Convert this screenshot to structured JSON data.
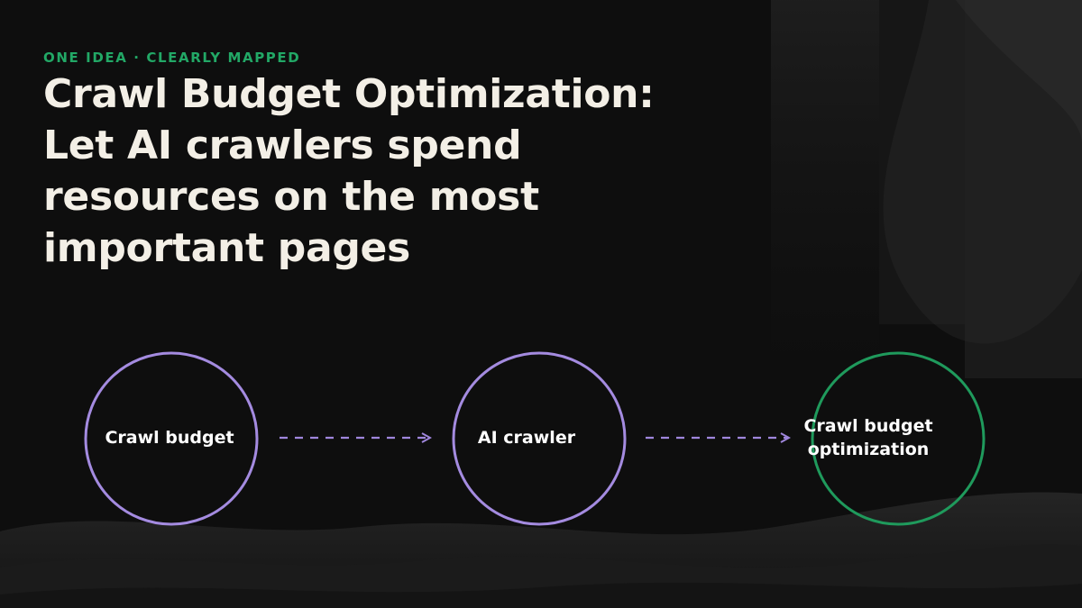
{
  "header": {
    "eyebrow": "ONE IDEA · CLEARLY MAPPED",
    "title": "Crawl Budget Optimization: Let AI crawlers spend resources on the most important pages"
  },
  "diagram": {
    "nodes": [
      {
        "label": "Crawl budget",
        "stroke": "#a48be0"
      },
      {
        "label": "AI crawler",
        "stroke": "#a48be0"
      },
      {
        "label": "Crawl budget optimization",
        "stroke": "#1f9a5c"
      }
    ],
    "edges": [
      {
        "from": 0,
        "to": 1,
        "style": "dashed-arrow"
      },
      {
        "from": 1,
        "to": 2,
        "style": "dashed-arrow"
      }
    ]
  },
  "colors": {
    "background": "#0e0e0e",
    "accent_green": "#22a866",
    "node_purple": "#a48be0",
    "node_green": "#1f9a5c",
    "arrow": "#9f86dc",
    "title_text": "#f3efe6"
  }
}
